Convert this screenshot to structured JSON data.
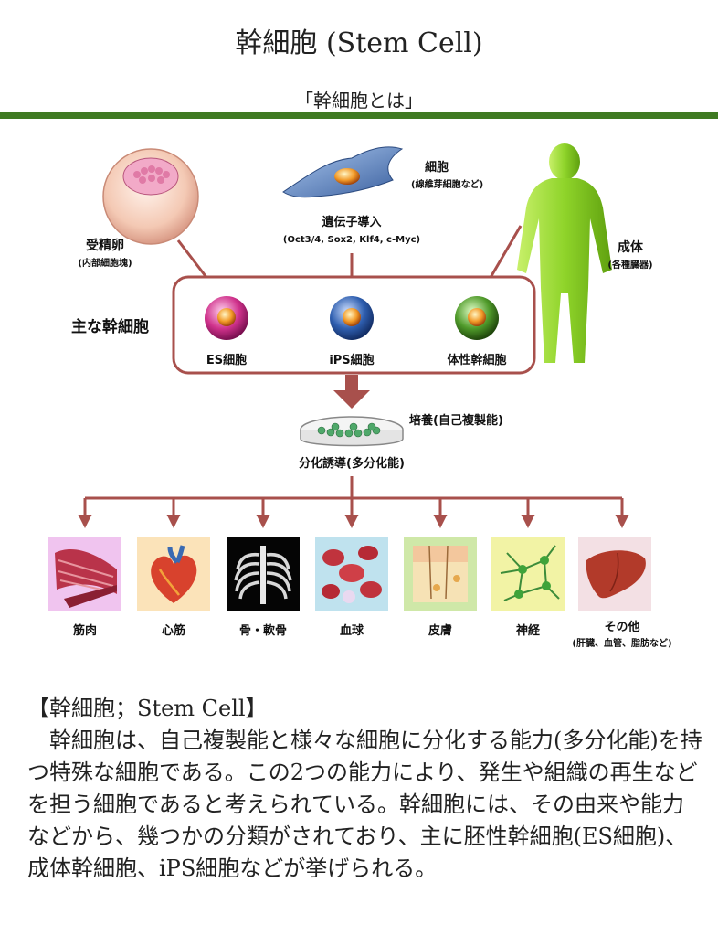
{
  "header": {
    "title": "幹細胞 (Stem Cell)",
    "subtitle": "「幹細胞とは」"
  },
  "diagram": {
    "sources": {
      "fertilized_egg": {
        "label": "受精卵",
        "sub": "(内部細胞塊)"
      },
      "somatic_cell": {
        "label": "細胞",
        "sub": "(線維芽細胞など)"
      },
      "gene_transfer": {
        "label": "遺伝子導入",
        "sub": "(Oct3/4, Sox2, Klf4, c-Myc)"
      },
      "adult": {
        "label": "成体",
        "sub": "(各種臓器)"
      }
    },
    "main_label": "主な幹細胞",
    "stem_cells": [
      {
        "label": "ES細胞",
        "color": "#d0328c"
      },
      {
        "label": "iPS細胞",
        "color": "#2f5fb0"
      },
      {
        "label": "体性幹細胞",
        "color": "#4f9a2a"
      }
    ],
    "culture_label": "培養(自己複製能)",
    "differentiation_label": "分化誘導(多分化能)",
    "tissues": [
      {
        "label": "筋肉",
        "sub": "",
        "icon": "muscle-icon"
      },
      {
        "label": "心筋",
        "sub": "",
        "icon": "heart-icon"
      },
      {
        "label": "骨・軟骨",
        "sub": "",
        "icon": "skeleton-icon"
      },
      {
        "label": "血球",
        "sub": "",
        "icon": "blood-cells-icon"
      },
      {
        "label": "皮膚",
        "sub": "",
        "icon": "skin-icon"
      },
      {
        "label": "神経",
        "sub": "",
        "icon": "neuron-icon"
      },
      {
        "label": "その他",
        "sub": "(肝臓、血管、脂肪など)",
        "icon": "liver-icon"
      }
    ],
    "colors": {
      "arrow": "#a8504c",
      "box_border": "#a8504c",
      "adult_green": "#8fd42a"
    }
  },
  "body": {
    "heading": "【幹細胞；Stem Cell】",
    "paragraph": "幹細胞は、自己複製能と様々な細胞に分化する能力(多分化能)を持つ特殊な細胞である。この2つの能力により、発生や組織の再生などを担う細胞であると考えられている。幹細胞には、その由来や能力などから、幾つかの分類がされており、主に胚性幹細胞(ES細胞)、成体幹細胞、iPS細胞などが挙げられる。"
  }
}
